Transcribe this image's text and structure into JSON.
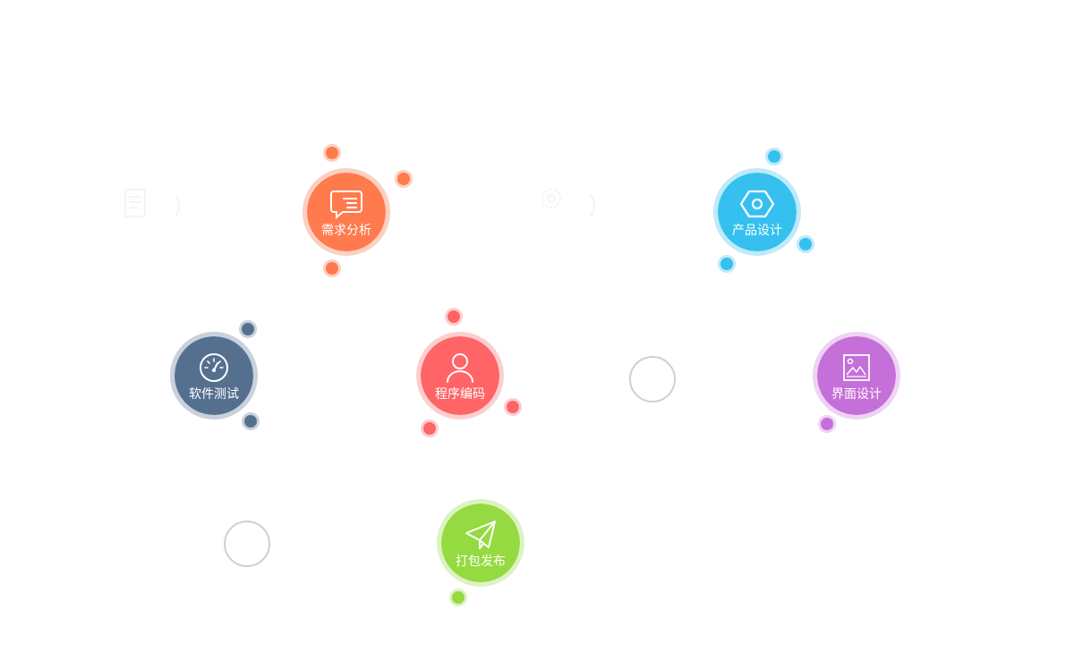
{
  "nodes": [
    {
      "id": "requirements",
      "label": "需求分析",
      "icon": "chat-list-icon",
      "color": "#ff7a4d",
      "halo": "#fbd0c1"
    },
    {
      "id": "product",
      "label": "产品设计",
      "icon": "hexagon-icon",
      "color": "#35c0ef",
      "halo": "#bfeaf9"
    },
    {
      "id": "testing",
      "label": "软件测试",
      "icon": "speedometer-icon",
      "color": "#55708f",
      "halo": "#c9d1dc"
    },
    {
      "id": "coding",
      "label": "程序编码",
      "icon": "user-icon",
      "color": "#ff6467",
      "halo": "#fbcfcf"
    },
    {
      "id": "ui",
      "label": "界面设计",
      "icon": "image-icon",
      "color": "#c56fd9",
      "halo": "#eed3f4"
    },
    {
      "id": "release",
      "label": "打包发布",
      "icon": "paper-plane-icon",
      "color": "#95da40",
      "halo": "#dcf2c4"
    }
  ],
  "decor": {
    "ring_color": "#cfcfcf",
    "ghost_color": "#d8d8d8"
  }
}
